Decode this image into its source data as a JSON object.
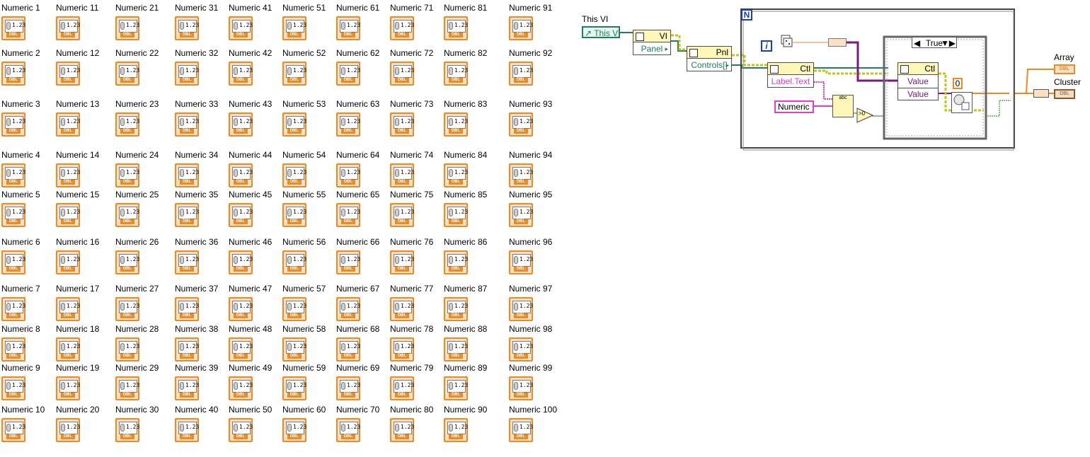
{
  "front_panel": {
    "controls": [
      {
        "label": "Numeric 1",
        "type": "DBL"
      },
      {
        "label": "Numeric 2",
        "type": "DBL"
      },
      {
        "label": "Numeric 3",
        "type": "DBL"
      },
      {
        "label": "Numeric 4",
        "type": "DBL"
      },
      {
        "label": "Numeric 5",
        "type": "DBL"
      },
      {
        "label": "Numeric 6",
        "type": "DBL"
      },
      {
        "label": "Numeric 7",
        "type": "DBL"
      },
      {
        "label": "Numeric 8",
        "type": "DBL"
      },
      {
        "label": "Numeric 9",
        "type": "DBL"
      },
      {
        "label": "Numeric 10",
        "type": "DBL"
      },
      {
        "label": "Numeric 11",
        "type": "DBL"
      },
      {
        "label": "Numeric 12",
        "type": "DBL"
      },
      {
        "label": "Numeric 13",
        "type": "DBL"
      },
      {
        "label": "Numeric 14",
        "type": "DBL"
      },
      {
        "label": "Numeric 15",
        "type": "DBL"
      },
      {
        "label": "Numeric 16",
        "type": "DBL"
      },
      {
        "label": "Numeric 17",
        "type": "DBL"
      },
      {
        "label": "Numeric 18",
        "type": "DBL"
      },
      {
        "label": "Numeric 19",
        "type": "DBL"
      },
      {
        "label": "Numeric 20",
        "type": "DBL"
      },
      {
        "label": "Numeric 21",
        "type": "DBL"
      },
      {
        "label": "Numeric 22",
        "type": "DBL"
      },
      {
        "label": "Numeric 23",
        "type": "DBL"
      },
      {
        "label": "Numeric 24",
        "type": "DBL"
      },
      {
        "label": "Numeric 25",
        "type": "DBL"
      },
      {
        "label": "Numeric 26",
        "type": "DBL"
      },
      {
        "label": "Numeric 27",
        "type": "DBL"
      },
      {
        "label": "Numeric 28",
        "type": "DBL"
      },
      {
        "label": "Numeric 29",
        "type": "DBL"
      },
      {
        "label": "Numeric 30",
        "type": "DBL"
      },
      {
        "label": "Numeric 31",
        "type": "DBL"
      },
      {
        "label": "Numeric 32",
        "type": "DBL"
      },
      {
        "label": "Numeric 33",
        "type": "DBL"
      },
      {
        "label": "Numeric 34",
        "type": "DBL"
      },
      {
        "label": "Numeric 35",
        "type": "DBL"
      },
      {
        "label": "Numeric 36",
        "type": "DBL"
      },
      {
        "label": "Numeric 37",
        "type": "DBL"
      },
      {
        "label": "Numeric 38",
        "type": "DBL"
      },
      {
        "label": "Numeric 39",
        "type": "DBL"
      },
      {
        "label": "Numeric 40",
        "type": "DBL"
      },
      {
        "label": "Numeric 41",
        "type": "DBL"
      },
      {
        "label": "Numeric 42",
        "type": "DBL"
      },
      {
        "label": "Numeric 43",
        "type": "DBL"
      },
      {
        "label": "Numeric 44",
        "type": "DBL"
      },
      {
        "label": "Numeric 45",
        "type": "DBL"
      },
      {
        "label": "Numeric 46",
        "type": "DBL"
      },
      {
        "label": "Numeric 47",
        "type": "DBL"
      },
      {
        "label": "Numeric 48",
        "type": "DBL"
      },
      {
        "label": "Numeric 49",
        "type": "DBL"
      },
      {
        "label": "Numeric 50",
        "type": "DBL"
      },
      {
        "label": "Numeric 51",
        "type": "DBL"
      },
      {
        "label": "Numeric 52",
        "type": "DBL"
      },
      {
        "label": "Numeric 53",
        "type": "DBL"
      },
      {
        "label": "Numeric 54",
        "type": "DBL"
      },
      {
        "label": "Numeric 55",
        "type": "DBL"
      },
      {
        "label": "Numeric 56",
        "type": "DBL"
      },
      {
        "label": "Numeric 57",
        "type": "DBL"
      },
      {
        "label": "Numeric 58",
        "type": "DBL"
      },
      {
        "label": "Numeric 59",
        "type": "DBL"
      },
      {
        "label": "Numeric 60",
        "type": "DBL"
      },
      {
        "label": "Numeric 61",
        "type": "DBL"
      },
      {
        "label": "Numeric 62",
        "type": "DBL"
      },
      {
        "label": "Numeric 63",
        "type": "DBL"
      },
      {
        "label": "Numeric 64",
        "type": "DBL"
      },
      {
        "label": "Numeric 65",
        "type": "DBL"
      },
      {
        "label": "Numeric 66",
        "type": "DBL"
      },
      {
        "label": "Numeric 67",
        "type": "DBL"
      },
      {
        "label": "Numeric 68",
        "type": "DBL"
      },
      {
        "label": "Numeric 69",
        "type": "DBL"
      },
      {
        "label": "Numeric 70",
        "type": "DBL"
      },
      {
        "label": "Numeric 71",
        "type": "DBL"
      },
      {
        "label": "Numeric 72",
        "type": "DBL"
      },
      {
        "label": "Numeric 73",
        "type": "DBL"
      },
      {
        "label": "Numeric 74",
        "type": "DBL"
      },
      {
        "label": "Numeric 75",
        "type": "DBL"
      },
      {
        "label": "Numeric 76",
        "type": "DBL"
      },
      {
        "label": "Numeric 77",
        "type": "DBL"
      },
      {
        "label": "Numeric 78",
        "type": "DBL"
      },
      {
        "label": "Numeric 79",
        "type": "DBL"
      },
      {
        "label": "Numeric 80",
        "type": "DBL"
      },
      {
        "label": "Numeric 81",
        "type": "DBL"
      },
      {
        "label": "Numeric 82",
        "type": "DBL"
      },
      {
        "label": "Numeric 83",
        "type": "DBL"
      },
      {
        "label": "Numeric 84",
        "type": "DBL"
      },
      {
        "label": "Numeric 85",
        "type": "DBL"
      },
      {
        "label": "Numeric 86",
        "type": "DBL"
      },
      {
        "label": "Numeric 87",
        "type": "DBL"
      },
      {
        "label": "Numeric 88",
        "type": "DBL"
      },
      {
        "label": "Numeric 89",
        "type": "DBL"
      },
      {
        "label": "Numeric 90",
        "type": "DBL"
      },
      {
        "label": "Numeric 91",
        "type": "DBL"
      },
      {
        "label": "Numeric 92",
        "type": "DBL"
      },
      {
        "label": "Numeric 93",
        "type": "DBL"
      },
      {
        "label": "Numeric 94",
        "type": "DBL"
      },
      {
        "label": "Numeric 95",
        "type": "DBL"
      },
      {
        "label": "Numeric 96",
        "type": "DBL"
      },
      {
        "label": "Numeric 97",
        "type": "DBL"
      },
      {
        "label": "Numeric 98",
        "type": "DBL"
      },
      {
        "label": "Numeric 99",
        "type": "DBL"
      },
      {
        "label": "Numeric 100",
        "type": "DBL"
      }
    ],
    "icon_value_text": "1.23"
  },
  "block_diagram": {
    "this_vi_label": "This VI",
    "this_vi_ref": "This VI",
    "vi_node_class": "VI",
    "vi_node_property": "Panel",
    "pnl_node_class": "Pnl",
    "pnl_node_property": "Controls[]",
    "for_loop_count": "N",
    "for_loop_index": "i",
    "ctl_node_class": "Ctl",
    "ctl_node_property": "Label.Text",
    "numeric_const": "Numeric",
    "case_selector": "True",
    "case_node_class": "Ctl",
    "case_node_prop1": "Value",
    "case_node_prop2": "Value",
    "case_const_zero": "0",
    "array_label": "Array",
    "array_type": "DBL",
    "cluster_label": "Cluster",
    "cluster_type": "DBL",
    "match_pattern_text": "abc",
    "greater_zero": ">0"
  },
  "colors": {
    "numeric_orange": "#ef8a22",
    "reference_green": "#1e7e5f",
    "string_pink": "#e63cc9",
    "loop_blue": "#1a3cc7",
    "boolean_green": "#1a7a1a",
    "variant_purple": "#7a1a7a"
  }
}
